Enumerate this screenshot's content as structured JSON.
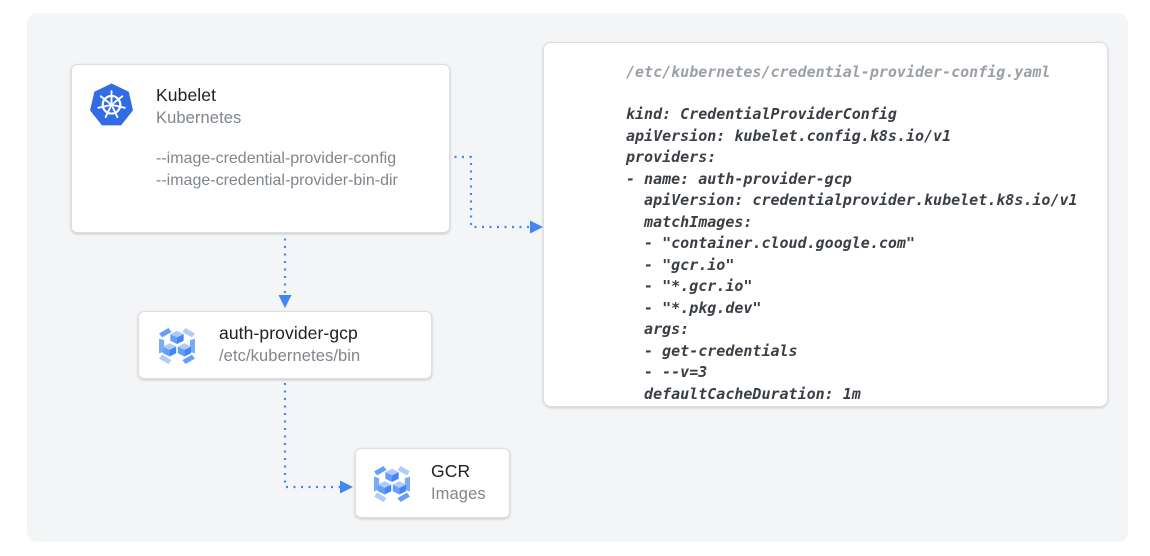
{
  "kubelet": {
    "title": "Kubelet",
    "subtitle": "Kubernetes",
    "flags": [
      "--image-credential-provider-config",
      "--image-credential-provider-bin-dir"
    ]
  },
  "auth_provider": {
    "title": "auth-provider-gcp",
    "subtitle": "/etc/kubernetes/bin"
  },
  "gcr": {
    "title": "GCR",
    "subtitle": "Images"
  },
  "yaml_panel": {
    "filename": "/etc/kubernetes/credential-provider-config.yaml",
    "lines": [
      "kind: CredentialProviderConfig",
      "apiVersion: kubelet.config.k8s.io/v1",
      "providers:",
      "- name: auth-provider-gcp",
      "  apiVersion: credentialprovider.kubelet.k8s.io/v1",
      "  matchImages:",
      "  - \"container.cloud.google.com\"",
      "  - \"gcr.io\"",
      "  - \"*.gcr.io\"",
      "  - \"*.pkg.dev\"",
      "  args:",
      "  - get-credentials",
      "  - --v=3",
      "  defaultCacheDuration: 1m"
    ]
  },
  "icons": {
    "kubelet": "kubernetes-helm-icon",
    "auth_provider": "gcr-registry-icon",
    "gcr": "gcr-registry-icon"
  },
  "colors": {
    "arrow-blue": "#4285f4",
    "k8s-blue": "#326ce5",
    "panel-bg": "#f4f5f6",
    "box-border": "#dcdee0",
    "title-text": "#202124",
    "muted-text": "#7f868c",
    "yaml-text": "#3a3f45",
    "yaml-muted": "#9aa0a6"
  }
}
